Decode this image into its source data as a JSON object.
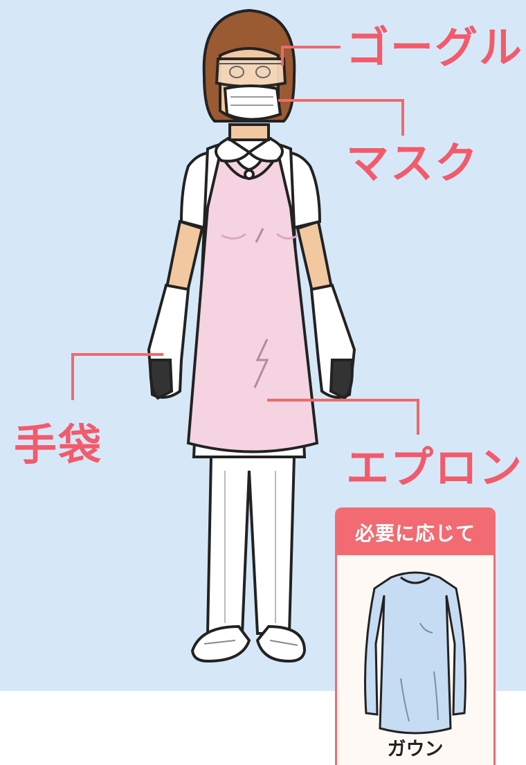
{
  "labels": {
    "goggles": "ゴーグル",
    "mask": "マスク",
    "gloves": "手袋",
    "apron": "エプロン"
  },
  "optional_card": {
    "header": "必要に応じて",
    "item": "ガウン"
  },
  "colors": {
    "background": "#d6e8f8",
    "label": "#f25b6b",
    "leader_line": "#ee6a6a",
    "card_accent": "#f26b72",
    "apron": "#f6d3e1",
    "gown": "#c5dcf3",
    "hair": "#9a5a32",
    "skin": "#f2c8a0"
  }
}
